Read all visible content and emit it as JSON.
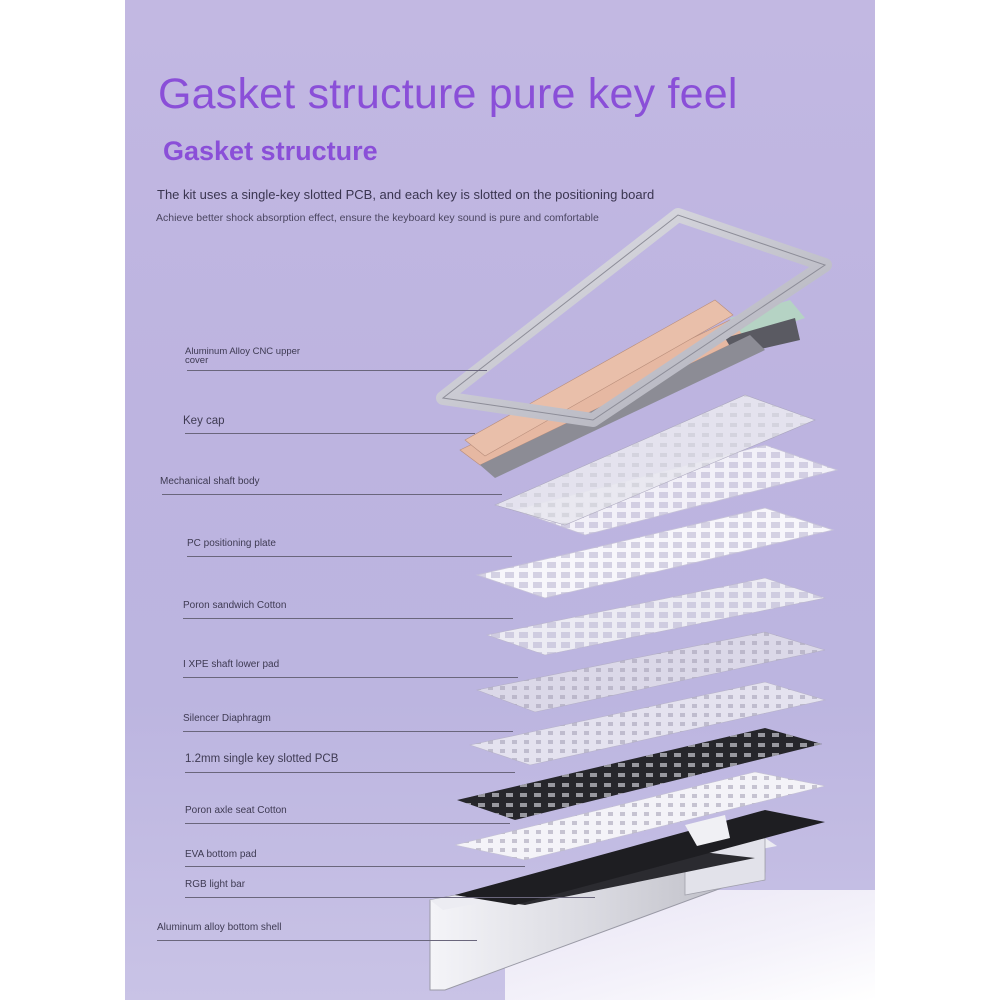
{
  "headline": "Gasket structure pure key feel",
  "subheadline": "Gasket structure",
  "description_line1": "The kit uses a single-key slotted PCB, and each key is slotted on the positioning board",
  "description_line2": "Achieve better shock absorption effect, ensure the keyboard key sound is pure and comfortable",
  "layers": [
    {
      "label": "Aluminum Alloy CNC upper\ncover"
    },
    {
      "label": "Key cap"
    },
    {
      "label": "Mechanical shaft body"
    },
    {
      "label": "PC positioning plate"
    },
    {
      "label": "Poron sandwich Cotton"
    },
    {
      "label": "I XPE shaft lower pad"
    },
    {
      "label": "Silencer Diaphragm"
    },
    {
      "label": "1.2mm single key slotted PCB"
    },
    {
      "label": "Poron axle seat Cotton"
    },
    {
      "label": "EVA bottom pad"
    },
    {
      "label": "RGB light bar"
    },
    {
      "label": "Aluminum alloy bottom shell"
    }
  ],
  "colors": {
    "background": "#bfb6e1",
    "headline": "#8a4fd8",
    "subheadline": "#8a4fd8",
    "keycap_peach": "#e6b8a2",
    "keycap_mint": "#b5d3c4",
    "keycap_dark": "#5a5a62",
    "pcb_black": "#1e1e22",
    "frame_silver": "#cfcfd6"
  }
}
